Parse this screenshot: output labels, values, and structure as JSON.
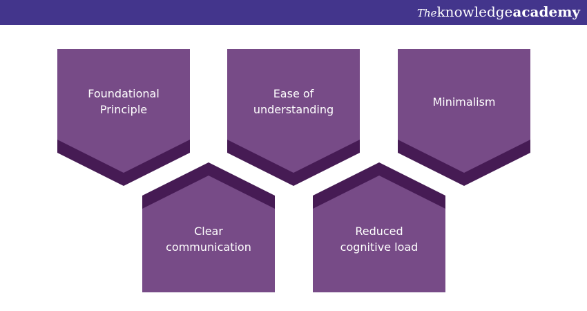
{
  "brand": {
    "prefix": "The",
    "middle": "knowledge",
    "suffix": "academy"
  },
  "colors": {
    "header": "#43358c",
    "face": "#774b87",
    "shade": "#461b54",
    "text": "#ffffff"
  },
  "items": [
    {
      "line1": "Foundational",
      "line2": "Principle"
    },
    {
      "line1": "Ease of",
      "line2": "understanding"
    },
    {
      "line1": "Minimalism",
      "line2": ""
    },
    {
      "line1": "Clear",
      "line2": "communication"
    },
    {
      "line1": "Reduced",
      "line2": "cognitive load"
    }
  ]
}
